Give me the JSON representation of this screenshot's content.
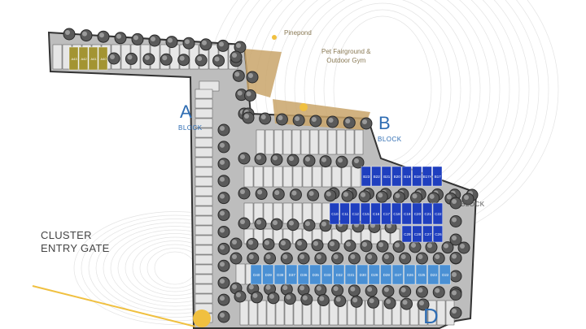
{
  "amenities": {
    "pinepond": "Pinepond",
    "fairground": "Pet Fairground &",
    "fairground2": "Outdoor Gym"
  },
  "blocks": {
    "a": "A",
    "b": "B",
    "d": "D",
    "block_word": "BLOCK"
  },
  "gate": {
    "line1": "CLUSTER",
    "line2": "ENTRY GATE"
  },
  "lots": {
    "a": [
      "A43",
      "A42",
      "A41",
      "A40"
    ],
    "b": [
      "B23",
      "B22",
      "B21",
      "B20",
      "B19",
      "B18",
      "B17A",
      "B17"
    ],
    "c_top": [
      "C10",
      "C11",
      "C12",
      "C15",
      "C16",
      "C17",
      "C18",
      "C19",
      "C20",
      "C21",
      "C22"
    ],
    "c_bottom": [
      "C29",
      "C28",
      "C27",
      "C26"
    ],
    "d": [
      "D40",
      "D39",
      "D38",
      "D37",
      "D36",
      "D35",
      "D33",
      "D32",
      "D31",
      "D30",
      "D29",
      "D28",
      "D27",
      "D26",
      "D25",
      "D23",
      "D22"
    ]
  },
  "colors": {
    "a_lot": "#a39432",
    "b_lot": "#1f3fbf",
    "c_lot": "#1f3fbf",
    "d_lot": "#4a90d4",
    "label": "#2f6db3",
    "amenity": "#c9a46a",
    "gate_line": "#f0c040"
  }
}
